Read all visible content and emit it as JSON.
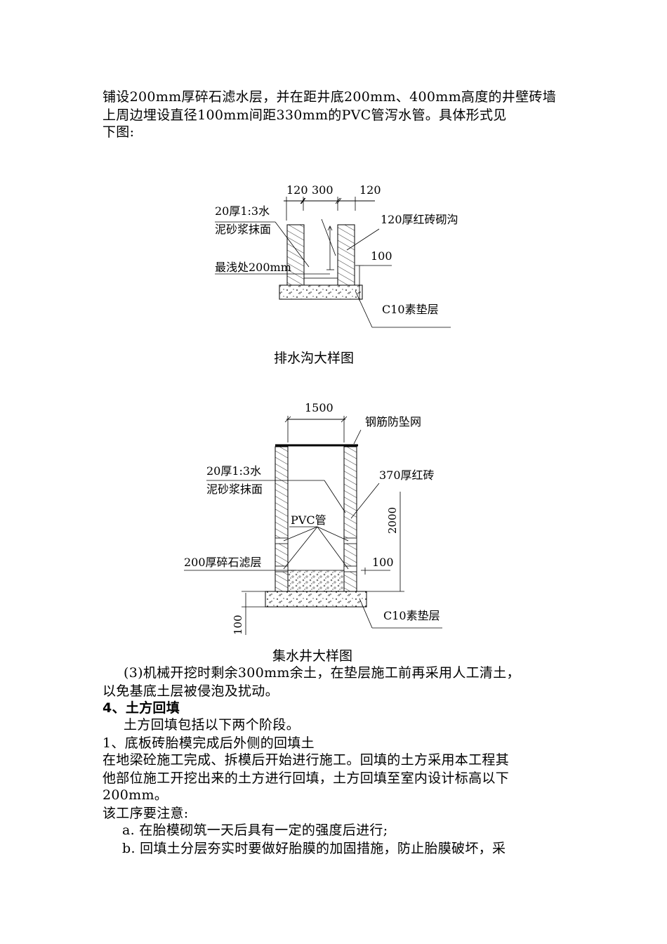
{
  "intro": {
    "line1": "铺设200mm厚碎石滤水层，并在距井底200mm、400mm高度的井壁砖墙",
    "line2": "上周边埋设直径100mm间距330mm的PVC管泻水管。具体形式见",
    "line3": "下图:"
  },
  "figure1": {
    "caption": "排水沟大样图",
    "dim_left": "120",
    "dim_mid": "300",
    "dim_right": "120",
    "label_plaster_1": "20厚1:3水",
    "label_plaster_2": "泥砂浆抹面",
    "label_wall": "120厚红砖砌沟",
    "label_depth": "最浅处200mm",
    "label_100": "100",
    "label_base": "C10素垫层"
  },
  "figure2": {
    "caption": "集水井大样图",
    "dim_width": "1500",
    "label_mesh": "钢筋防坠网",
    "label_plaster_1": "20厚1:3水",
    "label_plaster_2": "泥砂浆抹面",
    "label_wall": "370厚红砖",
    "label_pvc": "PVC管",
    "label_height": "2000",
    "label_gravel": "200厚碎石滤层",
    "label_100_right": "100",
    "label_base": "C10素垫层",
    "label_100_left": "100"
  },
  "body": {
    "p1_line1": "(3)机械开挖时剩余300mm余土，在垫层施工前再采用人工清土，",
    "p1_line2": "以免基底土层被侵泡及扰动。",
    "heading": "4、土方回填",
    "p2": "土方回填包括以下两个阶段。",
    "p3": "1、底板砖胎模完成后外侧的回填土",
    "p4_line1": "在地梁砼施工完成、拆模后开始进行施工。回填的土方采用本工程其",
    "p4_line2": "他部位施工开挖出来的土方进行回填，土方回填至室内设计标高以下",
    "p4_line3": "200mm。",
    "p5": "该工序要注意:",
    "item_a": "a. 在胎模砌筑一天后具有一定的强度后进行;",
    "item_b": "b. 回填土分层夯实时要做好胎膜的加固措施，防止胎膜破坏，采"
  }
}
